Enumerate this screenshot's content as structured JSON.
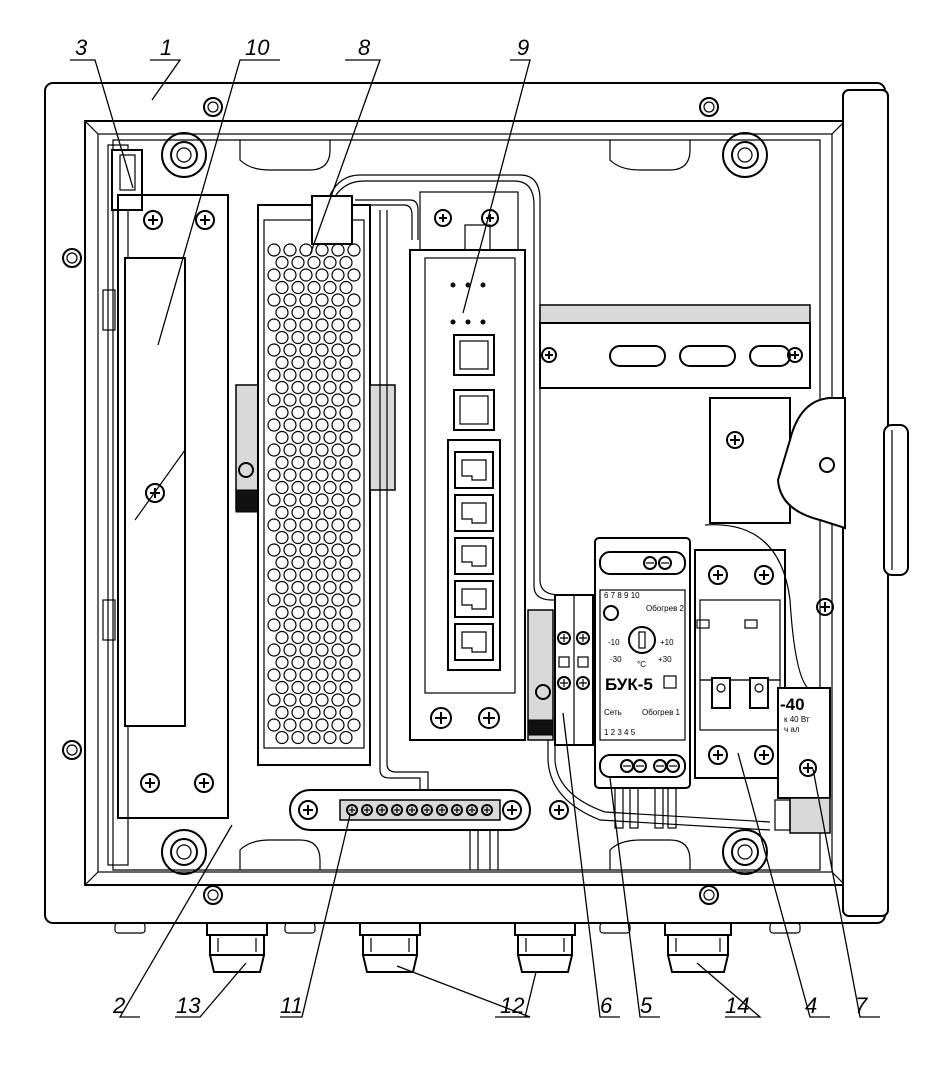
{
  "callouts": [
    {
      "id": "c1",
      "text": "1"
    },
    {
      "id": "c2",
      "text": "2"
    },
    {
      "id": "c3",
      "text": "3"
    },
    {
      "id": "c4",
      "text": "4"
    },
    {
      "id": "c5",
      "text": "5"
    },
    {
      "id": "c6",
      "text": "6"
    },
    {
      "id": "c7",
      "text": "7"
    },
    {
      "id": "c8",
      "text": "8"
    },
    {
      "id": "c9",
      "text": "9"
    },
    {
      "id": "c10",
      "text": "10"
    },
    {
      "id": "c11",
      "text": "11"
    },
    {
      "id": "c12",
      "text": "12"
    },
    {
      "id": "c13",
      "text": "13"
    },
    {
      "id": "c14",
      "text": "14"
    }
  ],
  "relay": {
    "name": "БУК-5",
    "top_numbers": "6  7  8  9  10",
    "bottom_numbers": "1  2  3  4  5",
    "left_caption": "Сеть",
    "right_caption_top": "Обогрев 2",
    "right_caption_bottom": "Обогрев 1",
    "unit": "°C",
    "scale_left": "-10",
    "scale_right": "+10",
    "scale_bl": "-30",
    "scale_br": "+30"
  },
  "breaker": {
    "label": "-40",
    "sub1": "к 40 Вт",
    "sub2": "ч ал"
  }
}
